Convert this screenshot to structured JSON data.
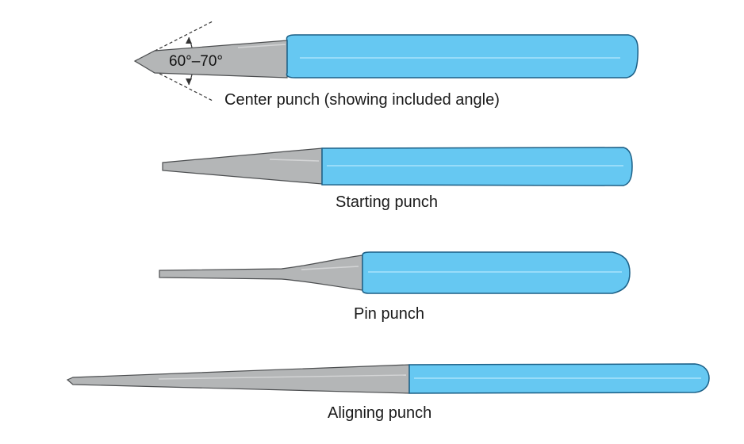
{
  "colors": {
    "handle_fill": "#66c8f2",
    "handle_edge": "#1b5f86",
    "handle_highlight": "#a8e2fb",
    "tip_fill": "#b4b6b7",
    "tip_edge": "#4c4e50",
    "tip_highlight": "#d4d5d6",
    "dashed_line": "#333333"
  },
  "punches": [
    {
      "id": "center",
      "label": "Center punch (showing included angle)",
      "tip_icon": "conical-point"
    },
    {
      "id": "starting",
      "label": "Starting punch",
      "tip_icon": "flat-tapered-tip"
    },
    {
      "id": "pin",
      "label": "Pin punch",
      "tip_icon": "straight-pin-tip"
    },
    {
      "id": "aligning",
      "label": "Aligning punch",
      "tip_icon": "long-tapered-tip"
    }
  ],
  "angle_annotation": "60°–70°"
}
